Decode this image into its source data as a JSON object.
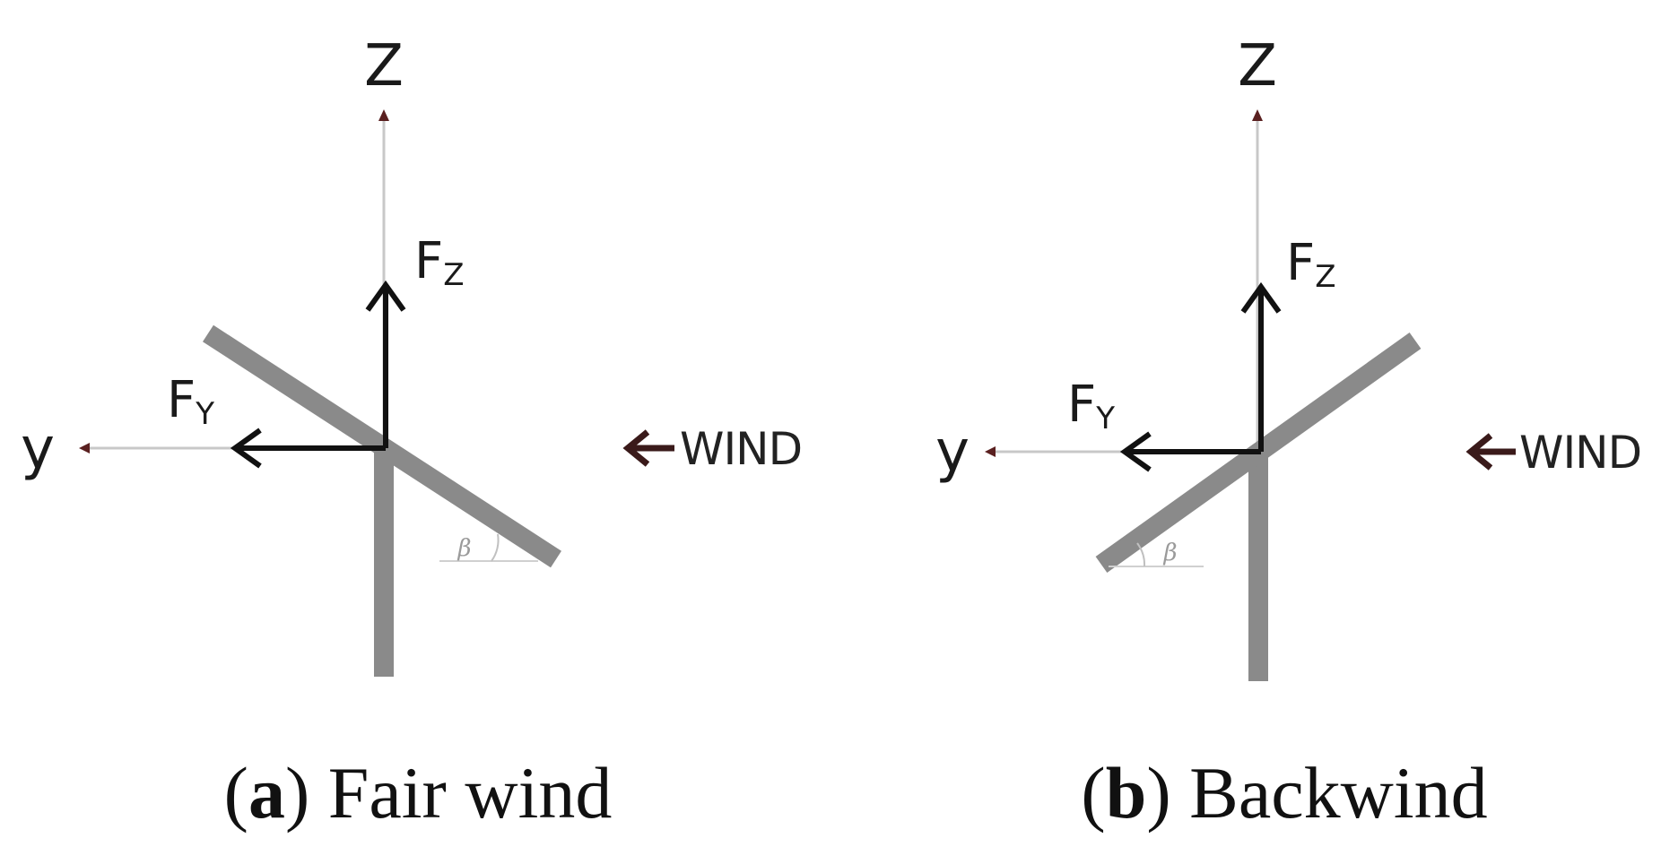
{
  "panels": [
    {
      "id": "a",
      "axis_z_label": "Z",
      "axis_y_label": "y",
      "force_z": {
        "main": "F",
        "sub": "Z"
      },
      "force_y": {
        "main": "F",
        "sub": "Y"
      },
      "wind_label": "WIND",
      "angle_label": "β",
      "caption": {
        "open": "(",
        "letter": "a",
        "close": ")",
        "text": " Fair wind"
      }
    },
    {
      "id": "b",
      "axis_z_label": "Z",
      "axis_y_label": "y",
      "force_z": {
        "main": "F",
        "sub": "Z"
      },
      "force_y": {
        "main": "F",
        "sub": "Y"
      },
      "wind_label": "WIND",
      "angle_label": "β",
      "caption": {
        "open": "(",
        "letter": "b",
        "close": ")",
        "text": " Backwind"
      }
    }
  ],
  "colors": {
    "structure": "#8a8a8a",
    "force_arrow": "#111111",
    "axis_line": "#c8c8c8",
    "wind_arrow": "#3a1a1a"
  }
}
